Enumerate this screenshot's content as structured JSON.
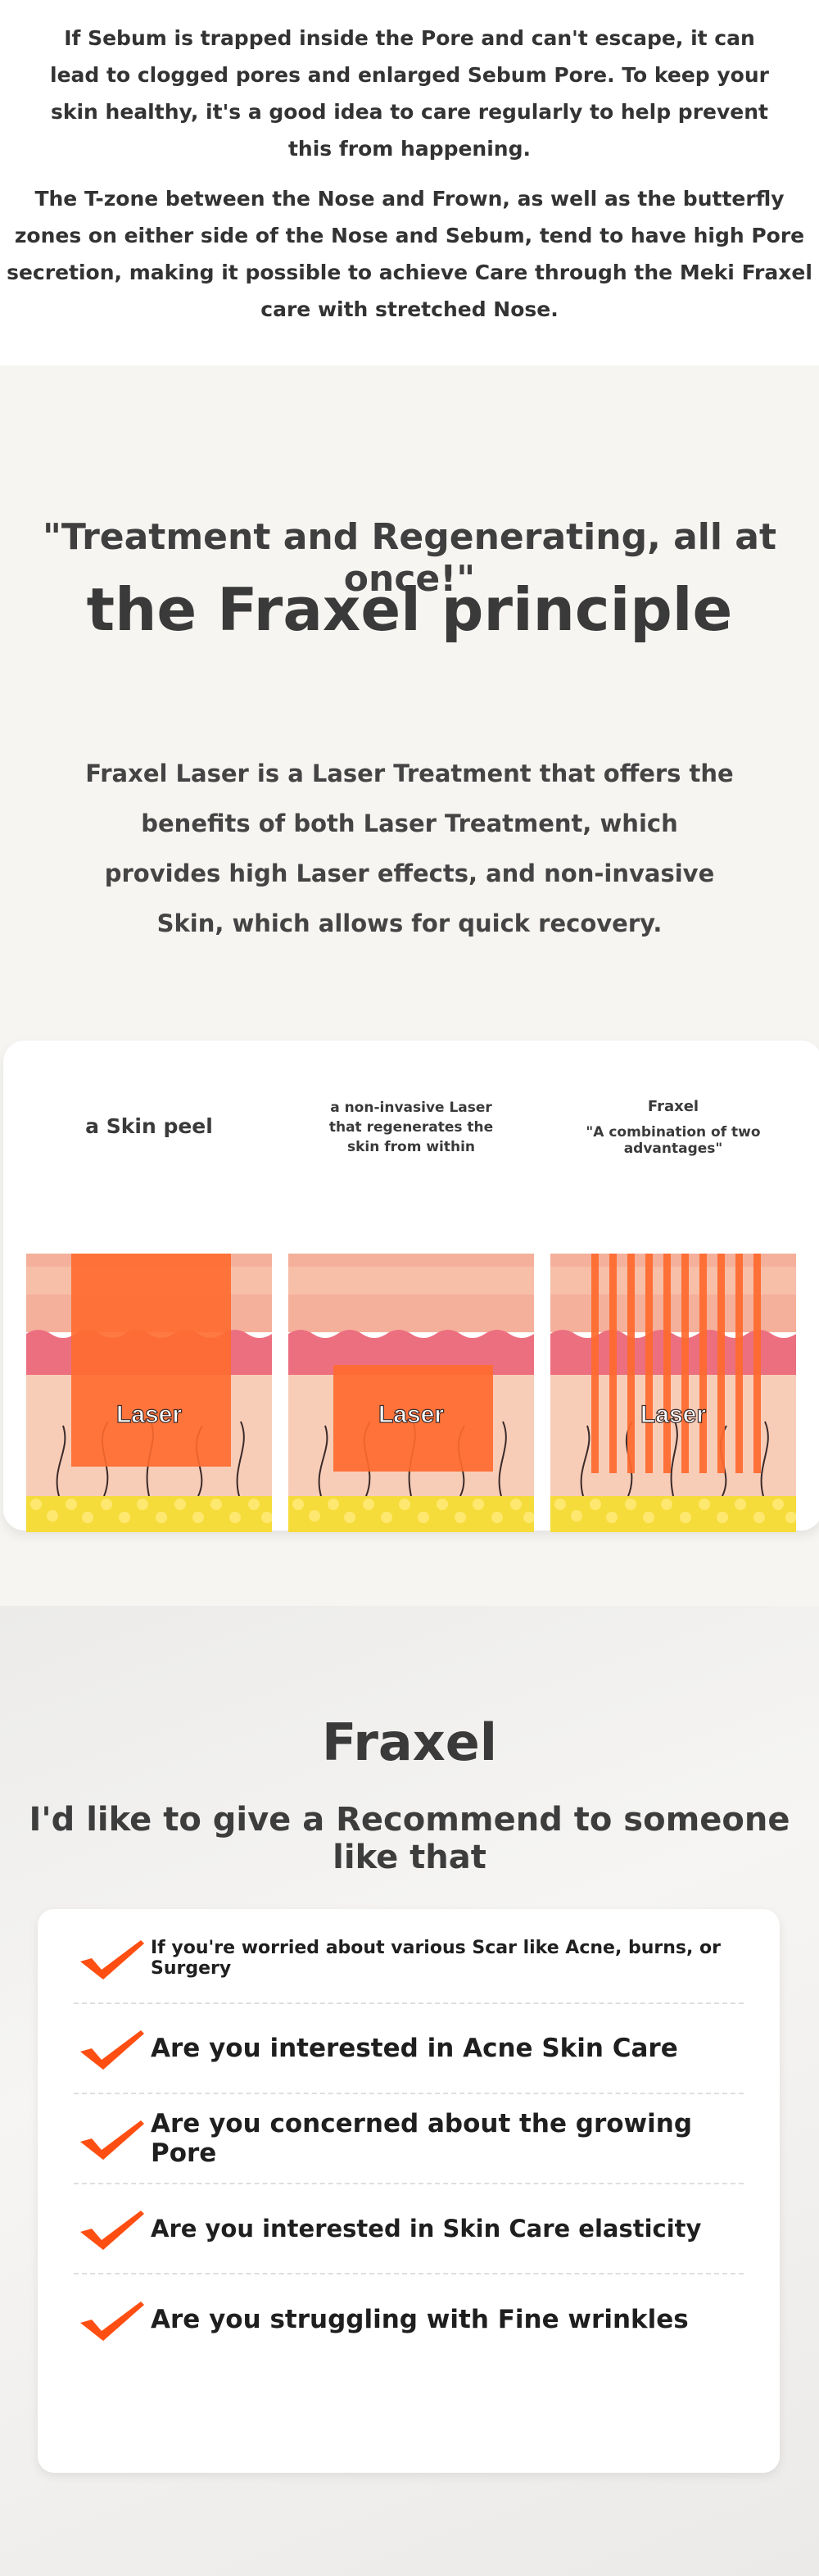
{
  "intro": {
    "paragraph1": "If Sebum is trapped inside the Pore and can't escape, it can lead to clogged pores and enlarged Sebum Pore. To keep your skin healthy, it's a good idea to care regularly to help prevent this from happening.",
    "paragraph2": "The T-zone between the Nose and Frown, as well as the butterfly zones on either side of the Nose and Sebum, tend to have high Pore secretion, making it possible to achieve Care through the Meki Fraxel care with stretched Nose."
  },
  "principle": {
    "quote": "\"Treatment and Regenerating, all at once!\"",
    "title": "the Fraxel principle",
    "description": "Fraxel Laser is a Laser Treatment that offers the benefits of both Laser Treatment, which provides high Laser effects, and non-invasive Skin, which allows for quick recovery.",
    "panels": [
      {
        "title": "a Skin peel",
        "label": "Laser"
      },
      {
        "title": "a non-invasive Laser that regenerates the skin from within",
        "label": "Laser"
      },
      {
        "title": "Fraxel",
        "subtitle": "\"A combination of two advantages\"",
        "label": "Laser"
      }
    ],
    "colors": {
      "laser": "#ff6a2e",
      "top_layer": "#f4b09a",
      "pink_layer": "#ec6f80",
      "dermis": "#f8cdb8",
      "fat": "#f5dc3a",
      "background": "#f7f5f2"
    }
  },
  "recommend": {
    "title": "Fraxel",
    "subtitle": "I'd like to give a Recommend to someone like that",
    "items": [
      {
        "text": "If you're worried about various Scar like Acne, burns, or Surgery",
        "icon": "checkmark-icon"
      },
      {
        "text": "Are you interested in Acne Skin Care",
        "icon": "checkmark-icon"
      },
      {
        "text": "Are you concerned about the growing Pore",
        "icon": "checkmark-icon"
      },
      {
        "text": "Are you interested in Skin Care elasticity",
        "icon": "checkmark-icon"
      },
      {
        "text": "Are you struggling with Fine wrinkles",
        "icon": "checkmark-icon"
      }
    ],
    "check_color": "#ff4e12"
  }
}
